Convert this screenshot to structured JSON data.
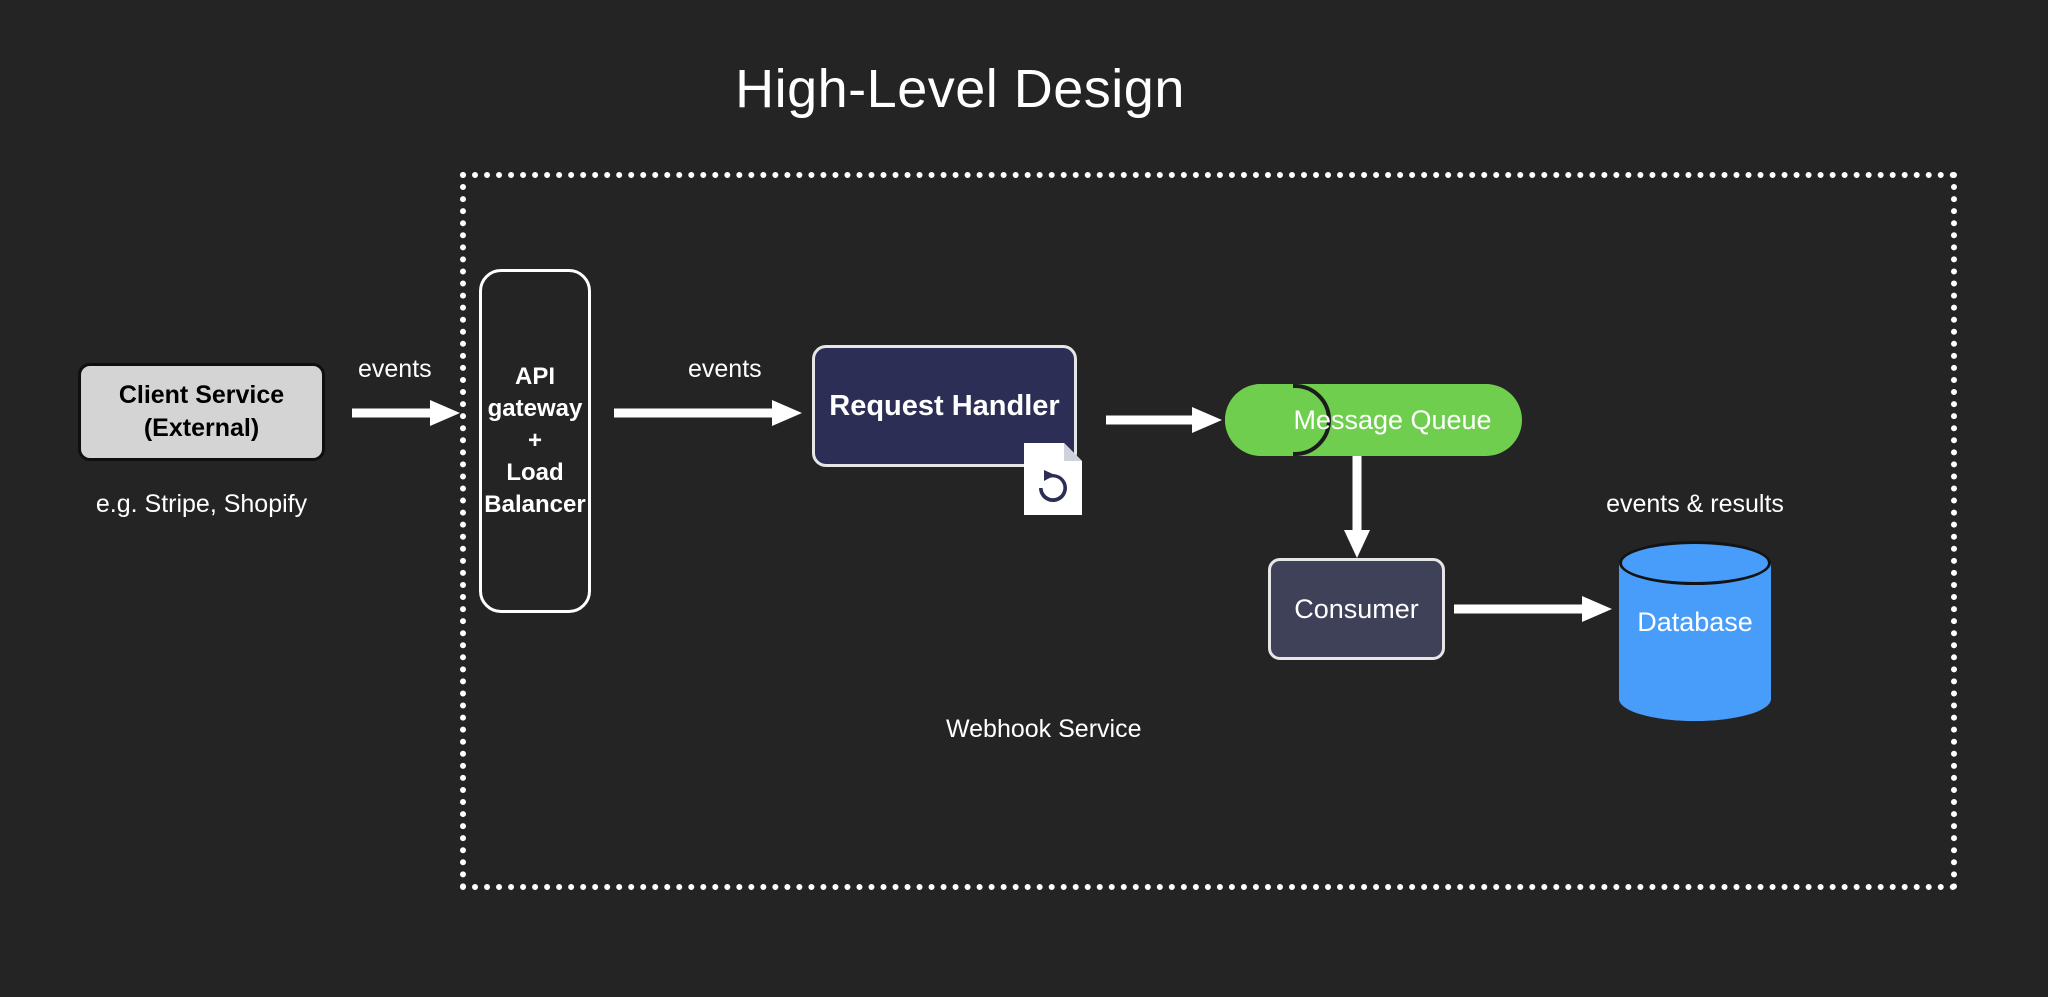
{
  "page": {
    "title": "High-Level Design",
    "background_color": "#242424"
  },
  "diagram": {
    "type": "architecture-flow",
    "boundary": {
      "label": "Webhook Service",
      "style": "dotted",
      "color": "#ffffff"
    },
    "nodes": [
      {
        "id": "client-service",
        "label_line1": "Client Service",
        "label_line2": "(External)",
        "caption": "e.g. Stripe, Shopify",
        "shape": "rounded-rect",
        "fill": "#d4d4d4",
        "text_color": "#000000"
      },
      {
        "id": "api-gateway",
        "label_line1": "API",
        "label_line2": "gateway",
        "label_line3": "+",
        "label_line4": "Load",
        "label_line5": "Balancer",
        "shape": "rounded-rect-tall",
        "fill": "transparent",
        "border": "#ffffff",
        "text_color": "#ffffff"
      },
      {
        "id": "request-handler",
        "label": "Request Handler",
        "shape": "rounded-rect",
        "fill": "#2c2e56",
        "border": "#e6e6e6",
        "text_color": "#ffffff",
        "badge_icon": "retry-document-icon"
      },
      {
        "id": "message-queue",
        "label": "Message Queue",
        "shape": "queue-cylinder",
        "fill": "#6fce4e",
        "text_color": "#ffffff"
      },
      {
        "id": "consumer",
        "label": "Consumer",
        "shape": "rounded-rect",
        "fill": "#3f4159",
        "border": "#e6e6e6",
        "text_color": "#ffffff"
      },
      {
        "id": "database",
        "label": "Database",
        "caption": "events & results",
        "shape": "cylinder",
        "fill": "#479df9",
        "text_color": "#ffffff"
      }
    ],
    "edges": [
      {
        "from": "client-service",
        "to": "api-gateway",
        "label": "events",
        "direction": "right"
      },
      {
        "from": "api-gateway",
        "to": "request-handler",
        "label": "events",
        "direction": "right"
      },
      {
        "from": "request-handler",
        "to": "message-queue",
        "label": "",
        "direction": "right"
      },
      {
        "from": "message-queue",
        "to": "consumer",
        "label": "",
        "direction": "down"
      },
      {
        "from": "consumer",
        "to": "database",
        "label": "",
        "direction": "right"
      }
    ]
  }
}
